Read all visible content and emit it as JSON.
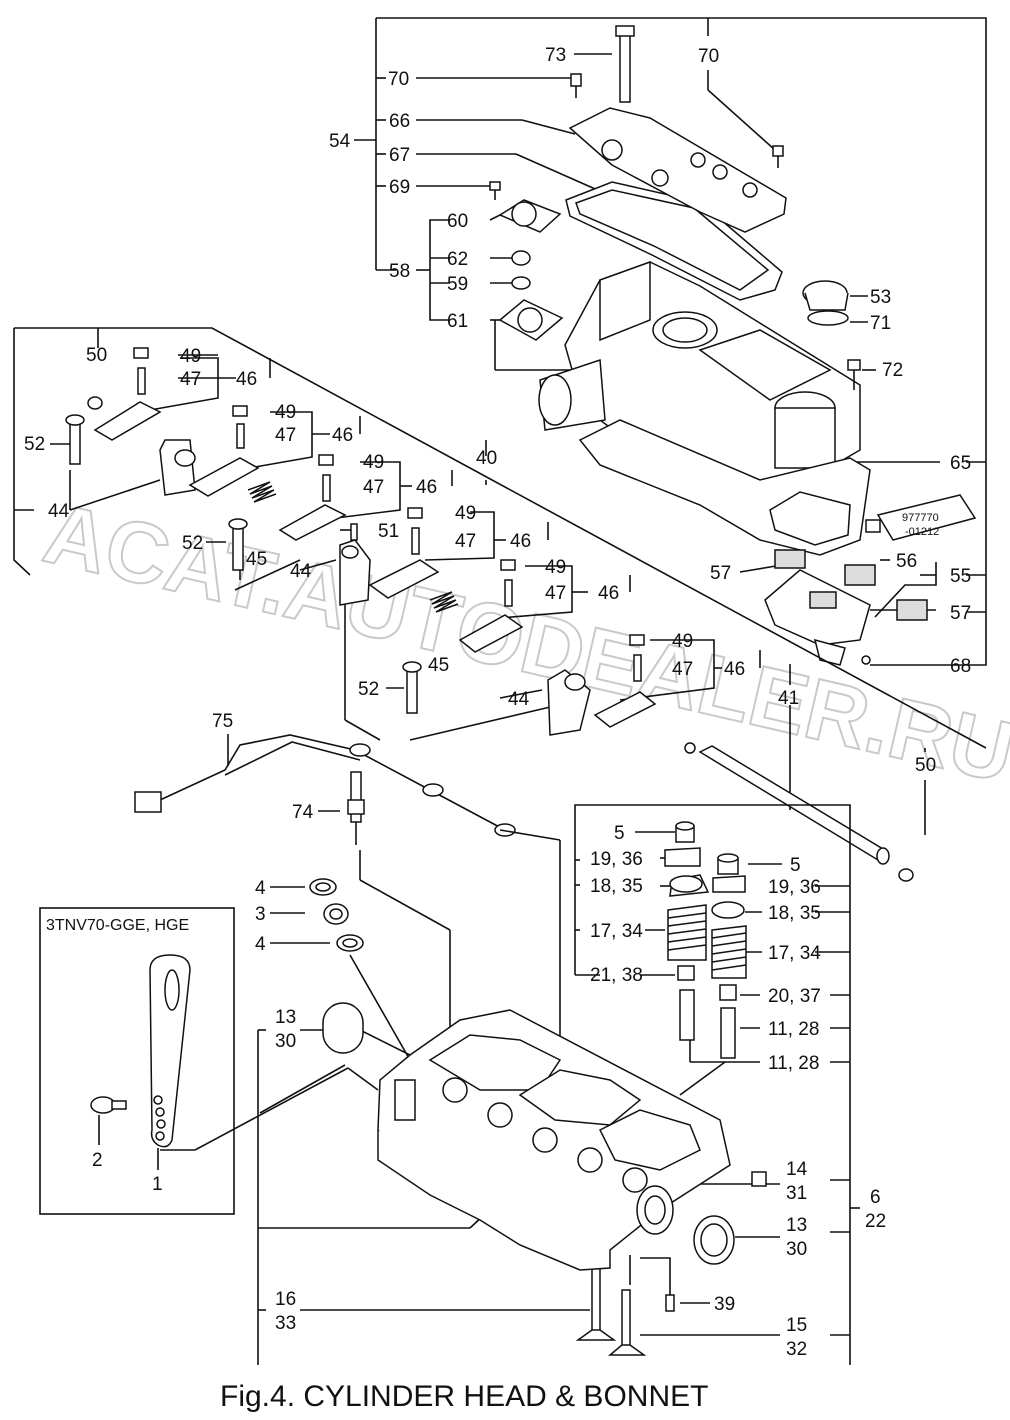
{
  "caption": "Fig.4.  CYLINDER HEAD & BONNET",
  "inset_title": "3TNV70-GGE, HGE",
  "tube_text": [
    "977770",
    "-01212"
  ],
  "watermark": "ACAT.AUTODEALER.RU",
  "labels": {
    "p73": "73",
    "p70a": "70",
    "p70b": "70",
    "p54": "54",
    "p66": "66",
    "p67": "67",
    "p69": "69",
    "p60": "60",
    "p62": "62",
    "p58": "58",
    "p59": "59",
    "p61": "61",
    "p53": "53",
    "p71": "71",
    "p72": "72",
    "p65": "65",
    "p56": "56",
    "p55": "55",
    "p57a": "57",
    "p57b": "57",
    "p68": "68",
    "p50a": "50",
    "p49a": "49",
    "p47a": "47",
    "p46a": "46",
    "p52a": "52",
    "p49b": "49",
    "p47b": "47",
    "p46b": "46",
    "p44a": "44",
    "p49c": "49",
    "p47c": "47",
    "p46c": "46",
    "p40": "40",
    "p45a": "45",
    "p51": "51",
    "p49d": "49",
    "p47d": "47",
    "p46d": "46",
    "p52b": "52",
    "p44b": "44",
    "p49e": "49",
    "p47e": "47",
    "p46e": "46",
    "p45b": "45",
    "p49f": "49",
    "p47f": "47",
    "p46f": "46",
    "p52c": "52",
    "p44c": "44",
    "p41": "41",
    "p50b": "50",
    "p75": "75",
    "p74": "74",
    "p5a": "5",
    "p19_36a": "19, 36",
    "p18_35a": "18, 35",
    "p17_34a": "17, 34",
    "p21_38": "21, 38",
    "p5b": "5",
    "p19_36b": "19, 36",
    "p18_35b": "18, 35",
    "p17_34b": "17, 34",
    "p20_37": "20, 37",
    "p11_28a": "11, 28",
    "p11_28b": "11, 28",
    "p4a": "4",
    "p3": "3",
    "p4b": "4",
    "p13a": "13",
    "p30a": "30",
    "p2": "2",
    "p1": "1",
    "p14": "14",
    "p31": "31",
    "p6": "6",
    "p22": "22",
    "p13b": "13",
    "p30b": "30",
    "p16": "16",
    "p33": "33",
    "p39": "39",
    "p15": "15",
    "p32": "32"
  }
}
